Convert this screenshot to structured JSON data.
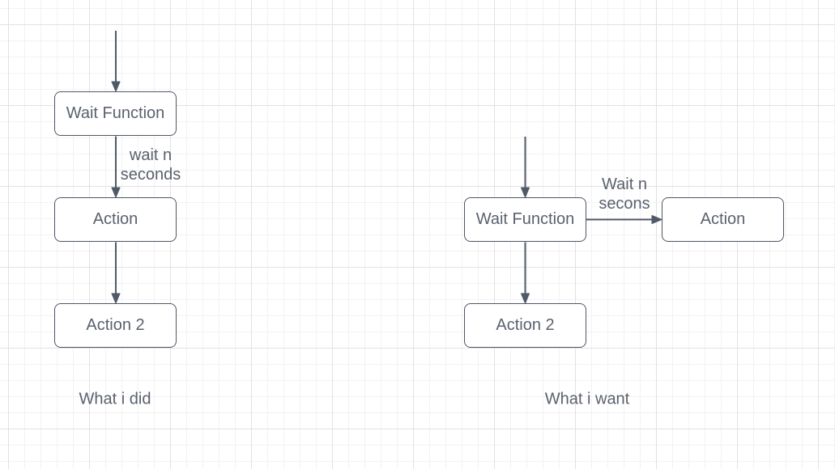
{
  "canvas": {
    "background_color": "#ffffff",
    "grid_minor_color": "#f2f2f2",
    "grid_major_color": "#e2e2e2",
    "stroke_color": "#505967",
    "text_color": "#5a616e"
  },
  "left_flow": {
    "nodes": {
      "wait": "Wait Function",
      "action": "Action",
      "action2": "Action 2"
    },
    "edge_label": {
      "line1": "wait n",
      "line2": "seconds"
    },
    "caption": "What i did"
  },
  "right_flow": {
    "nodes": {
      "wait": "Wait Function",
      "action": "Action",
      "action2": "Action 2"
    },
    "edge_label": {
      "line1": "Wait n",
      "line2": "secons"
    },
    "caption": "What i want"
  }
}
